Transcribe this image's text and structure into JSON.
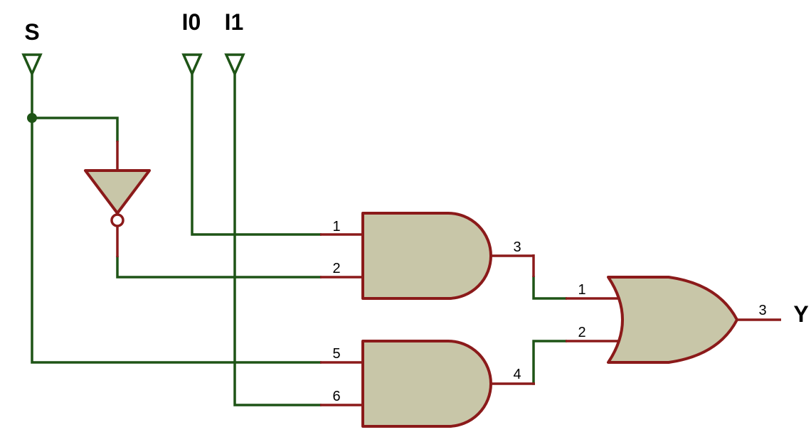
{
  "inputs": {
    "s": "S",
    "i0": "I0",
    "i1": "I1"
  },
  "output": {
    "y": "Y"
  },
  "and_gate_top": {
    "pin_in_a": "1",
    "pin_in_b": "2",
    "pin_out": "3"
  },
  "and_gate_bottom": {
    "pin_in_a": "5",
    "pin_in_b": "6",
    "pin_out": "4"
  },
  "or_gate": {
    "pin_in_a": "1",
    "pin_in_b": "2",
    "pin_out": "3"
  },
  "colors": {
    "wire": "#1e5416",
    "pin": "#8b1a1a",
    "gate_fill": "#c8c6a8"
  }
}
